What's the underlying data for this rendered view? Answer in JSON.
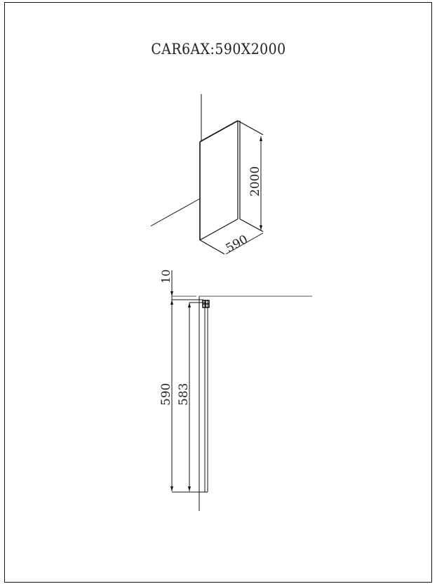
{
  "drawing": {
    "title": "CAR6AX:590X2000",
    "isometric": {
      "dim_height": "2000",
      "dim_width": "590"
    },
    "plan": {
      "dim_offset": "10",
      "dim_total": "590",
      "dim_inner": "583"
    },
    "colors": {
      "line": "#111111",
      "background": "#ffffff"
    }
  }
}
